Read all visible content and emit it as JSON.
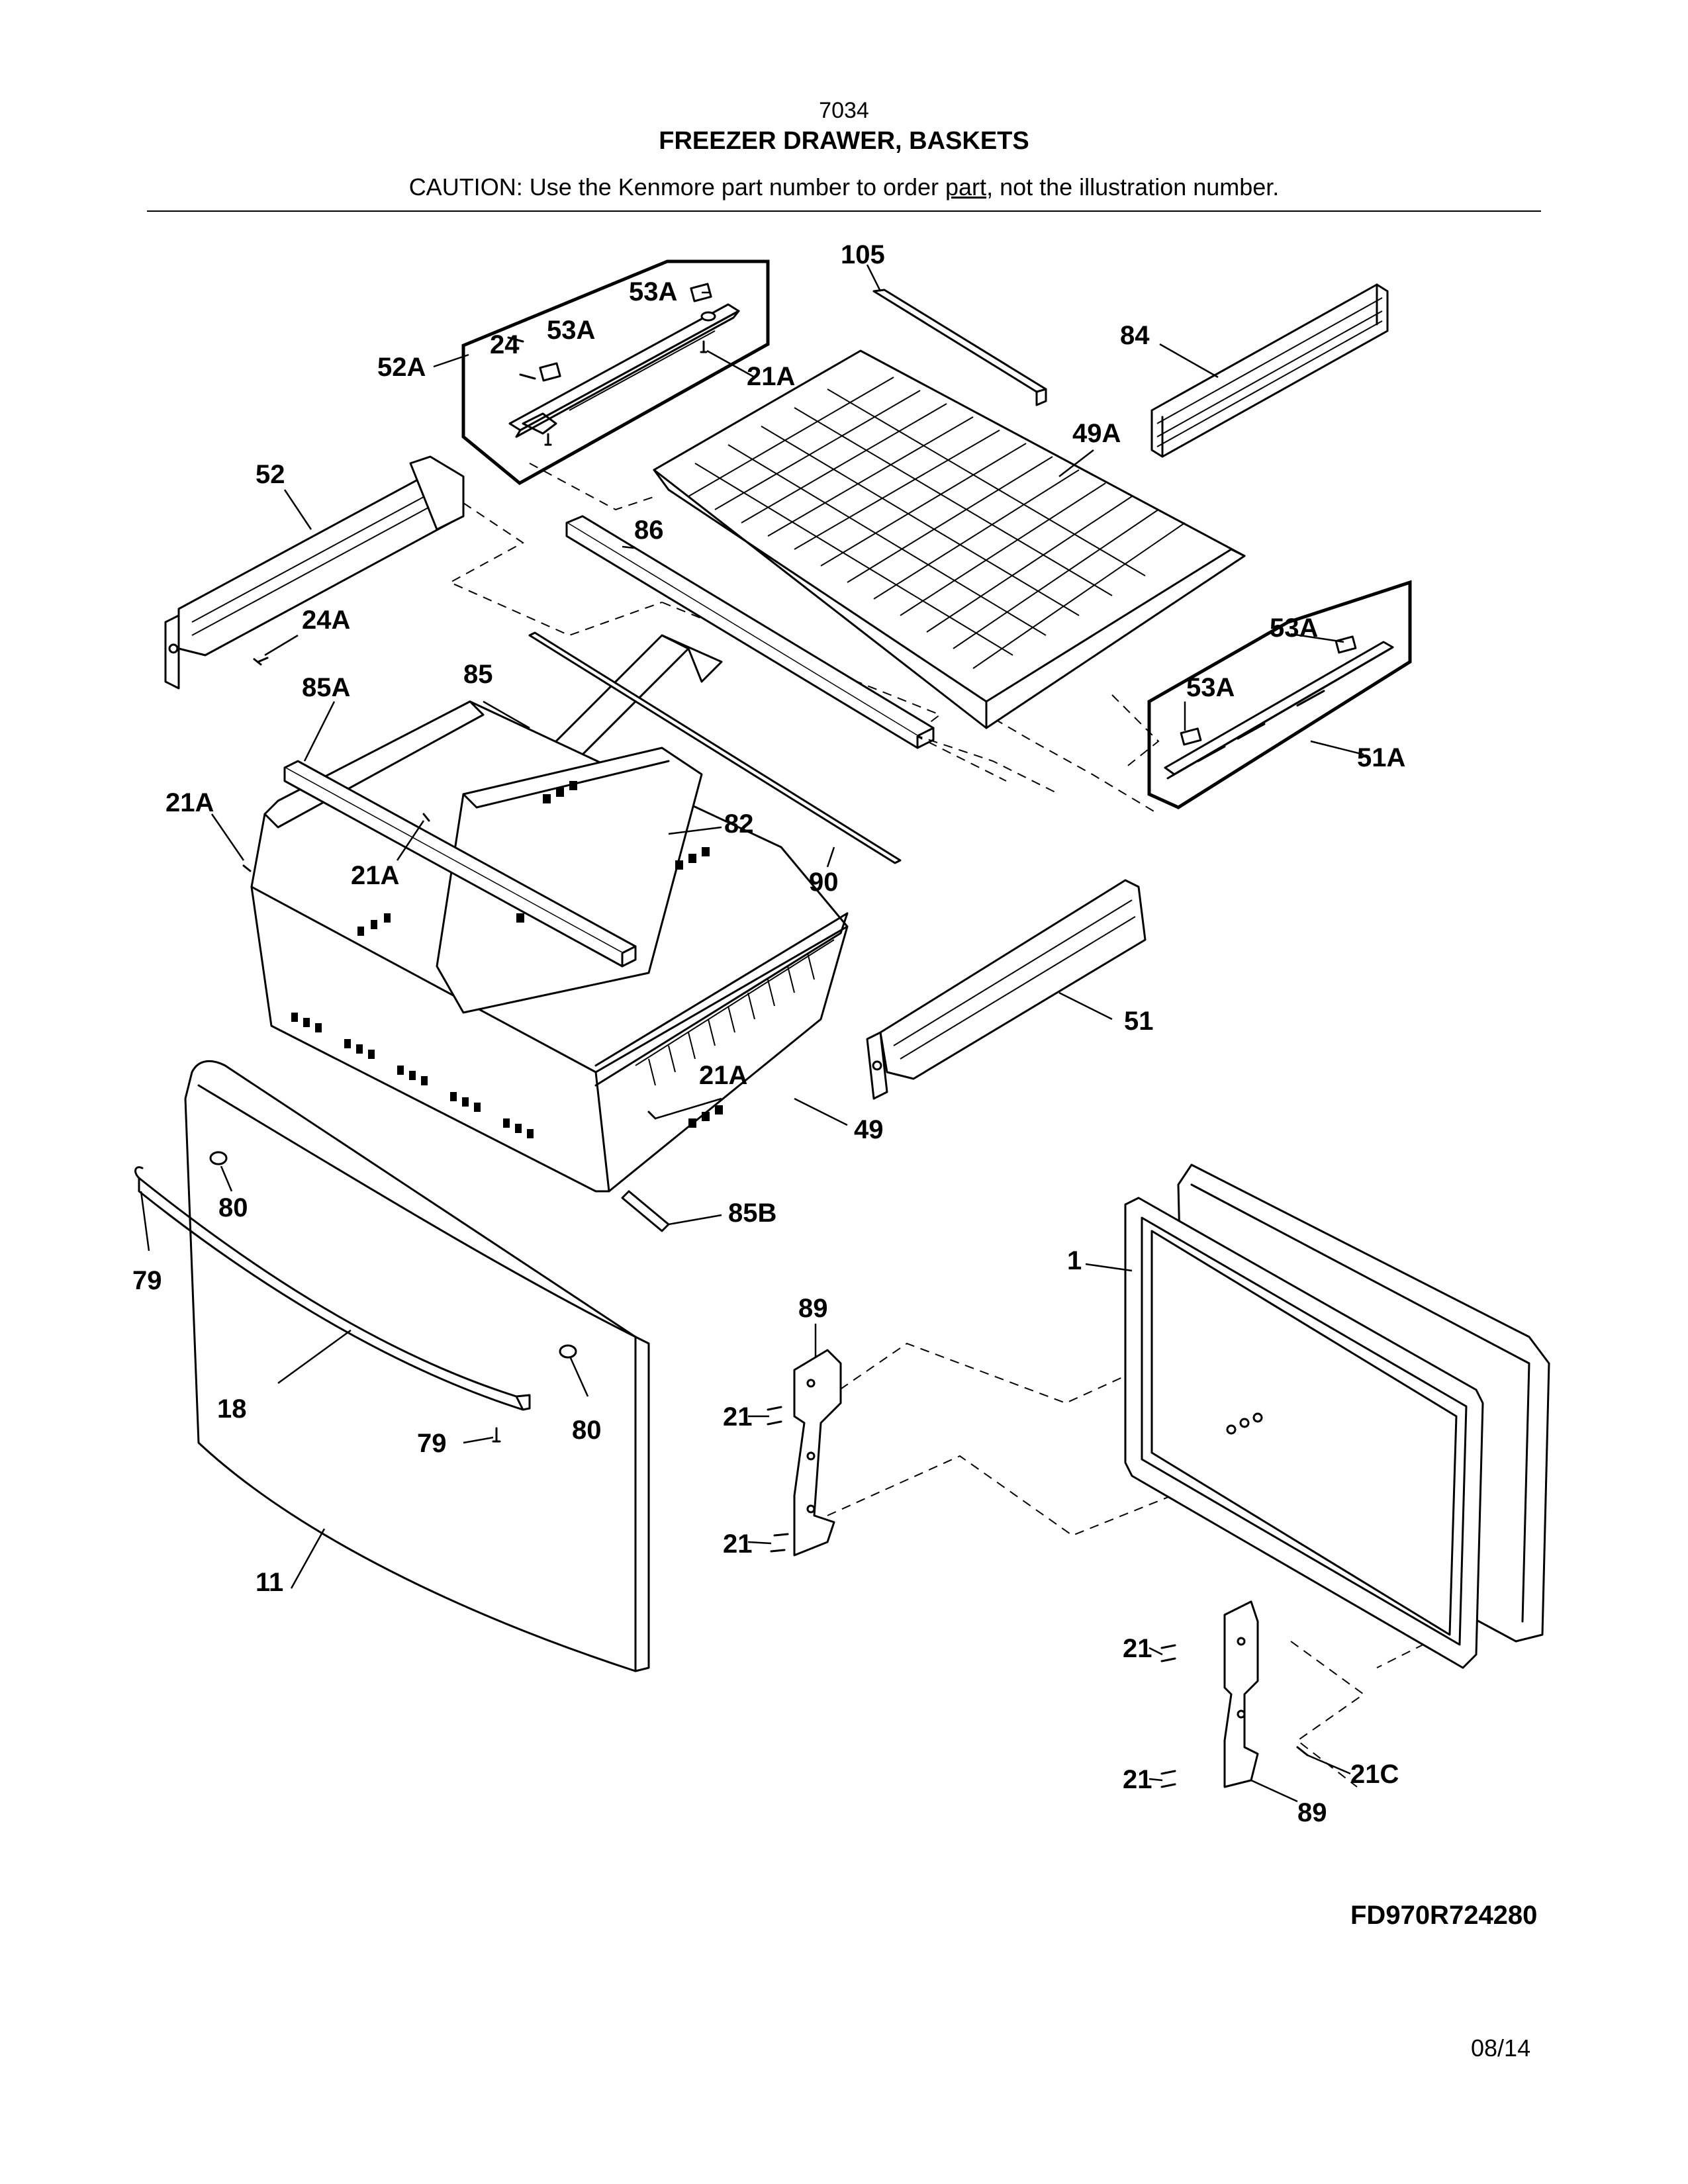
{
  "header": {
    "model": "7034",
    "title": "FREEZER DRAWER, BASKETS",
    "caution_prefix": "CAUTION: Use the Kenmore part number to order ",
    "caution_link": "part",
    "caution_suffix": ", not the illustration number."
  },
  "callouts": [
    {
      "id": "105",
      "label": "105"
    },
    {
      "id": "53A-a",
      "label": "53A"
    },
    {
      "id": "53A-b",
      "label": "53A"
    },
    {
      "id": "24",
      "label": "24"
    },
    {
      "id": "52A",
      "label": "52A"
    },
    {
      "id": "21A-a",
      "label": "21A"
    },
    {
      "id": "84",
      "label": "84"
    },
    {
      "id": "49A",
      "label": "49A"
    },
    {
      "id": "52",
      "label": "52"
    },
    {
      "id": "86",
      "label": "86"
    },
    {
      "id": "24A",
      "label": "24A"
    },
    {
      "id": "53A-c",
      "label": "53A"
    },
    {
      "id": "53A-d",
      "label": "53A"
    },
    {
      "id": "85A",
      "label": "85A"
    },
    {
      "id": "85",
      "label": "85"
    },
    {
      "id": "51A",
      "label": "51A"
    },
    {
      "id": "21A-b",
      "label": "21A"
    },
    {
      "id": "82",
      "label": "82"
    },
    {
      "id": "21A-c",
      "label": "21A"
    },
    {
      "id": "90",
      "label": "90"
    },
    {
      "id": "51",
      "label": "51"
    },
    {
      "id": "21A-d",
      "label": "21A"
    },
    {
      "id": "49",
      "label": "49"
    },
    {
      "id": "80-a",
      "label": "80"
    },
    {
      "id": "85B",
      "label": "85B"
    },
    {
      "id": "79-a",
      "label": "79"
    },
    {
      "id": "1",
      "label": "1"
    },
    {
      "id": "89-a",
      "label": "89"
    },
    {
      "id": "18",
      "label": "18"
    },
    {
      "id": "79-b",
      "label": "79"
    },
    {
      "id": "80-b",
      "label": "80"
    },
    {
      "id": "21-a",
      "label": "21"
    },
    {
      "id": "21-b",
      "label": "21"
    },
    {
      "id": "11",
      "label": "11"
    },
    {
      "id": "21-c",
      "label": "21"
    },
    {
      "id": "21C",
      "label": "21C"
    },
    {
      "id": "21-d",
      "label": "21"
    },
    {
      "id": "89-b",
      "label": "89"
    }
  ],
  "footer": {
    "doc_id": "FD970R724280",
    "date": "08/14"
  }
}
